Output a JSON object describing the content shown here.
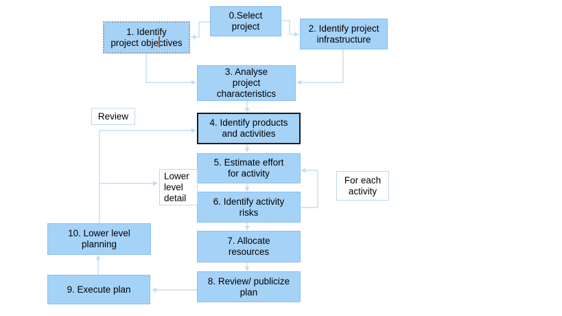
{
  "colors": {
    "background": "#ffffff",
    "node-fill": "#a5d2f7",
    "node-border": "#8abff0",
    "connector": "#c5ddf2",
    "selected-border": "#a0a0a0",
    "emphasis-border": "#1a1a1a",
    "label-fill": "#ffffff",
    "label-border": "#bdd7ee",
    "text": "#000000",
    "caret": "#a0522d"
  },
  "nodes": {
    "n0": {
      "label": "0.Select\nproject"
    },
    "n1": {
      "label": "1. Identify\nproject objectives"
    },
    "n2": {
      "label": "2. Identify project\ninfrastructure"
    },
    "n3": {
      "label": "3. Analyse\nproject\ncharacteristics"
    },
    "n4": {
      "label": "4. Identify products\nand activities"
    },
    "n5": {
      "label": "5. Estimate effort\nfor activity"
    },
    "n6": {
      "label": "6. Identify activity\nrisks"
    },
    "n7": {
      "label": "7. Allocate\nresources"
    },
    "n8": {
      "label": "8. Review/ publicize\nplan"
    },
    "n9": {
      "label": "9. Execute plan"
    },
    "n10": {
      "label": "10. Lower level\nplanning"
    }
  },
  "annotations": {
    "review": {
      "label": "Review"
    },
    "lower_level_detail": {
      "label": "Lower\nlevel\ndetail"
    },
    "for_each_activity": {
      "label": "For each\nactivity"
    }
  }
}
